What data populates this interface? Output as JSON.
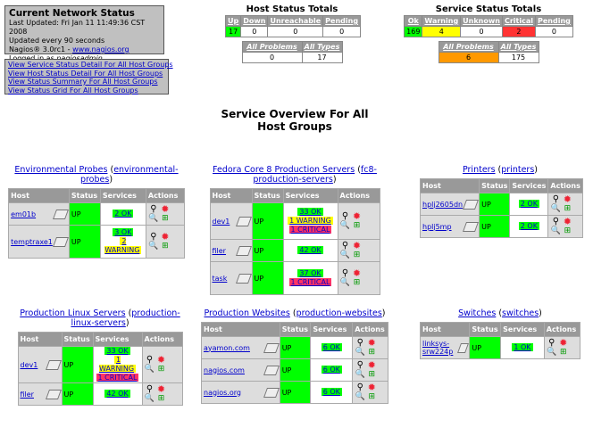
{
  "info": {
    "title": "Current Network Status",
    "lines": [
      "Last Updated: Fri Jan 11 11:49:36 CST 2008",
      "Updated every 90 seconds"
    ],
    "version_prefix": "Nagios® 3.0rc1 - ",
    "version_link": "www.nagios.org",
    "logged_prefix": "Logged in as ",
    "user": "nagiosadmin"
  },
  "links": [
    "View Service Status Detail For All Host Groups",
    "View Host Status Detail For All Host Groups",
    "View Status Summary For All Host Groups",
    "View Status Grid For All Host Groups"
  ],
  "host_totals": {
    "title": "Host Status Totals",
    "headers": [
      "Up",
      "Down",
      "Unreachable",
      "Pending"
    ],
    "values": [
      "17",
      "0",
      "0",
      "0"
    ],
    "sub_headers": [
      "All Problems",
      "All Types"
    ],
    "sub_values": [
      "0",
      "17"
    ]
  },
  "service_totals": {
    "title": "Service Status Totals",
    "headers": [
      "Ok",
      "Warning",
      "Unknown",
      "Critical",
      "Pending"
    ],
    "values": [
      "169",
      "4",
      "0",
      "2",
      "0"
    ],
    "sub_headers": [
      "All Problems",
      "All Types"
    ],
    "sub_values": [
      "6",
      "175"
    ]
  },
  "page_title": "Service Overview For All Host Groups",
  "table_headers": [
    "Host",
    "Status",
    "Services",
    "Actions"
  ],
  "groups": [
    {
      "name": "Environmental Probes",
      "alias": "environmental-probes",
      "hosts": [
        {
          "name": "em01b",
          "status": "UP",
          "services": [
            "2 OK"
          ]
        },
        {
          "name": "temptraxe1",
          "status": "UP",
          "services": [
            "3 OK",
            "2 WARNING"
          ]
        }
      ]
    },
    {
      "name": "Fedora Core 8 Production Servers",
      "alias": "fc8-production-servers",
      "hosts": [
        {
          "name": "dev1",
          "status": "UP",
          "services": [
            "33 OK",
            "1 WARNING",
            "1 CRITICAL"
          ]
        },
        {
          "name": "filer",
          "status": "UP",
          "services": [
            "42 OK"
          ]
        },
        {
          "name": "task",
          "status": "UP",
          "services": [
            "37 OK",
            "1 CRITICAL"
          ]
        }
      ]
    },
    {
      "name": "Printers",
      "alias": "printers",
      "hosts": [
        {
          "name": "hplj2605dn",
          "status": "UP",
          "services": [
            "2 OK"
          ]
        },
        {
          "name": "hplj5mp",
          "status": "UP",
          "services": [
            "2 OK"
          ]
        }
      ]
    },
    {
      "name": "Production Linux Servers",
      "alias": "production-linux-servers",
      "hosts": [
        {
          "name": "dev1",
          "status": "UP",
          "services": [
            "33 OK",
            "1 WARNING",
            "1 CRITICAL"
          ]
        },
        {
          "name": "filer",
          "status": "UP",
          "services": [
            "42 OK"
          ]
        }
      ]
    },
    {
      "name": "Production Websites",
      "alias": "production-websites",
      "hosts": [
        {
          "name": "ayamon.com",
          "status": "UP",
          "services": [
            "6 OK"
          ]
        },
        {
          "name": "nagios.com",
          "status": "UP",
          "services": [
            "6 OK"
          ]
        },
        {
          "name": "nagios.org",
          "status": "UP",
          "services": [
            "6 OK"
          ]
        }
      ]
    },
    {
      "name": "Switches",
      "alias": "switches",
      "hosts": [
        {
          "name": "linksys-srw224p",
          "status": "UP",
          "services": [
            "1 OK"
          ]
        }
      ]
    }
  ]
}
